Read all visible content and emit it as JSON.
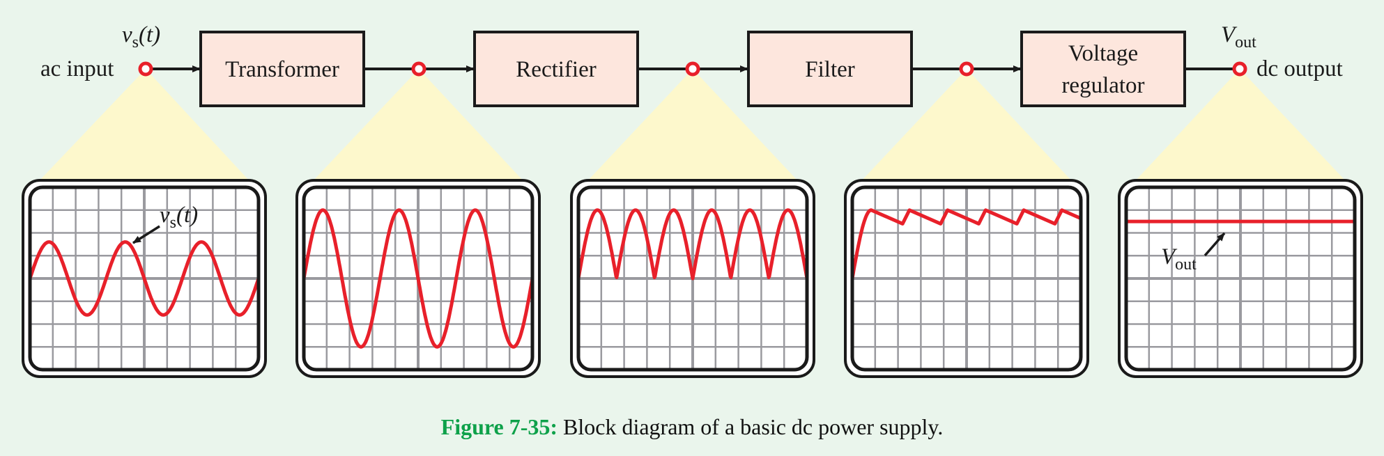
{
  "diagram": {
    "title": "Block diagram of a basic dc power supply",
    "input": {
      "label": "ac input",
      "signal_symbol": "v",
      "signal_subscript": "s",
      "signal_arg": "(t)"
    },
    "output": {
      "label": "dc output",
      "signal_symbol": "V",
      "signal_subscript": "out"
    },
    "blocks": [
      {
        "id": "transformer",
        "lines": [
          "Transformer"
        ]
      },
      {
        "id": "rectifier",
        "lines": [
          "Rectifier"
        ]
      },
      {
        "id": "filter",
        "lines": [
          "Filter"
        ]
      },
      {
        "id": "voltage-regulator",
        "lines": [
          "Voltage",
          "regulator"
        ]
      }
    ],
    "colors": {
      "background": "#eaf5ec",
      "block_fill": "#fde6dd",
      "block_stroke": "#1a1a1a",
      "node": "#e8202a",
      "highlight": "#fdf8cc",
      "trace": "#e8202a",
      "grid": "#9a9a9f",
      "frame": "#1a1a1a",
      "caption_accent": "#0ea14a"
    }
  },
  "scopes": [
    {
      "id": "ac-input",
      "waveform": "sine",
      "amplitude_div": 1.6,
      "cycles": 3,
      "phase": "start at zero, rising",
      "annotation": {
        "symbol": "v",
        "subscript": "s",
        "arg": "(t)"
      }
    },
    {
      "id": "transformer-output",
      "waveform": "sine",
      "amplitude_div": 3.0,
      "cycles": 3,
      "phase": "start at zero, rising"
    },
    {
      "id": "rectifier-output",
      "waveform": "full-wave-rectified",
      "amplitude_div": 3.0,
      "humps": 6
    },
    {
      "id": "filter-output",
      "waveform": "ripple",
      "peak_div": 3.0,
      "trough_div": 2.4,
      "ripples": 6
    },
    {
      "id": "regulator-output",
      "waveform": "dc",
      "level_div": 2.5,
      "annotation": {
        "symbol": "V",
        "subscript": "out"
      }
    }
  ],
  "grid": {
    "cols": 10,
    "rows": 8
  },
  "caption": {
    "figure_number": "Figure 7-35:",
    "text": " Block diagram of a basic dc power supply."
  }
}
